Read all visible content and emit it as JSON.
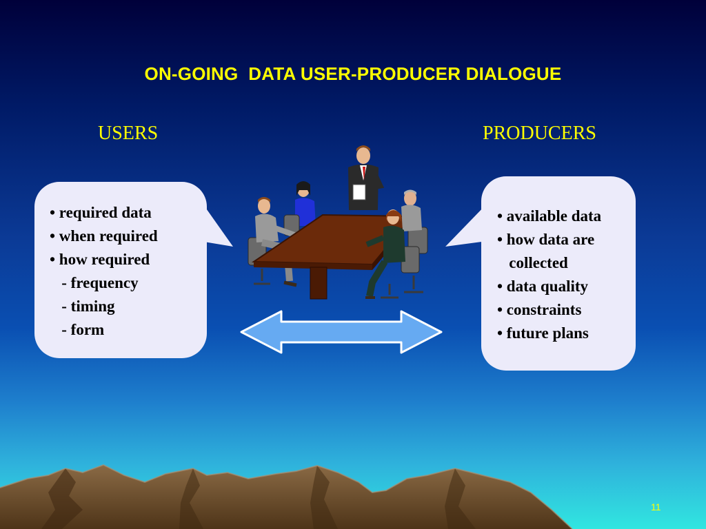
{
  "title": "ON-GOING  DATA USER-PRODUCER DIALOGUE",
  "users": {
    "heading": "USERS",
    "items": [
      "• required data",
      "• when required",
      "• how required",
      "   - frequency",
      "   - timing",
      "   - form"
    ]
  },
  "producers": {
    "heading": "PRODUCERS",
    "items": [
      "• available data",
      "• how data are",
      "   collected",
      "• data quality",
      "• constraints",
      "• future plans"
    ]
  },
  "page_number": "11",
  "colors": {
    "title": "#ffff00",
    "bubble": "#ecebfa",
    "arrow": "#66aaf2",
    "table": "#6b2a0a",
    "mountains": "#6b4a2a"
  },
  "icons": {
    "meeting": "meeting-clipart-icon",
    "arrow": "double-arrow-icon",
    "mountains": "mountain-range-icon"
  }
}
